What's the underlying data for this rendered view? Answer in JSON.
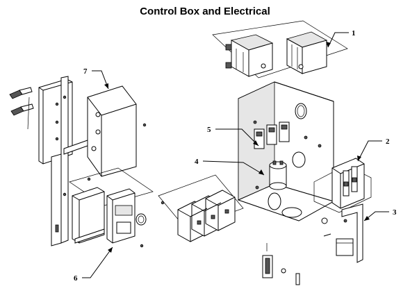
{
  "title": "Control Box and Electrical",
  "callouts": [
    {
      "id": "1",
      "label": "1"
    },
    {
      "id": "2",
      "label": "2"
    },
    {
      "id": "3",
      "label": "3"
    },
    {
      "id": "4",
      "label": "4"
    },
    {
      "id": "5",
      "label": "5"
    },
    {
      "id": "6",
      "label": "6"
    },
    {
      "id": "7",
      "label": "7"
    }
  ]
}
